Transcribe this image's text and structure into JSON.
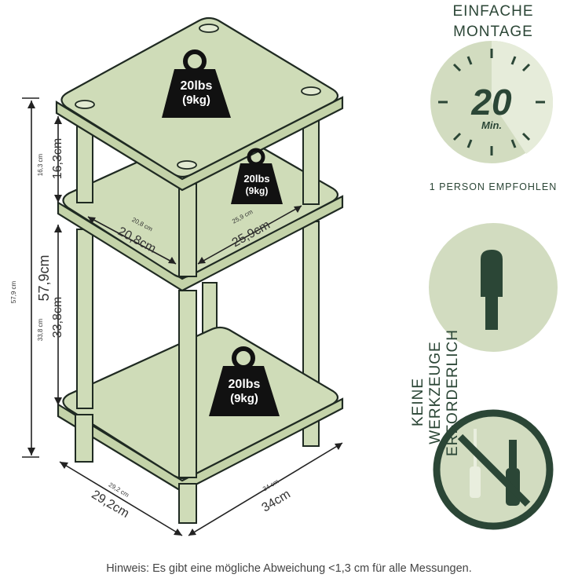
{
  "weights": {
    "top": {
      "lbs": "20lbs",
      "kg": "(9kg)"
    },
    "middle": {
      "lbs": "20lbs",
      "kg": "(9kg)"
    },
    "bottom": {
      "lbs": "20lbs",
      "kg": "(9kg)"
    }
  },
  "dimensions": {
    "total_height_small": "57,9 cm",
    "total_height": "57,9cm",
    "top_gap_small": "16,3 cm",
    "top_gap": "16,3cm",
    "lower_gap_small": "33,8 cm",
    "lower_gap": "33,8cm",
    "shelf_depth_small": "20,8 cm",
    "shelf_depth": "20,8cm",
    "shelf_width_small": "25,9 cm",
    "shelf_width": "25,9cm",
    "base_depth_small": "29,2 cm",
    "base_depth": "29,2cm",
    "base_width_small": "34 cm",
    "base_width": "34cm"
  },
  "assembly": {
    "title_line1": "EINFACHE",
    "title_line2": "MONTAGE",
    "minutes": "20",
    "minutes_unit": "Min.",
    "person_note": "1 PERSON EMPFOHLEN"
  },
  "tools": {
    "line1": "KEINE",
    "line2": "WERKZEUGE",
    "line3": "ERFORDERLICH"
  },
  "note": "Hinweis: Es gibt eine mögliche Abweichung <1,3 cm für alle Messungen.",
  "colors": {
    "shelf": "#cfdcb8",
    "accent_green": "#2b4636",
    "circle_green": "#d2dcc0"
  }
}
